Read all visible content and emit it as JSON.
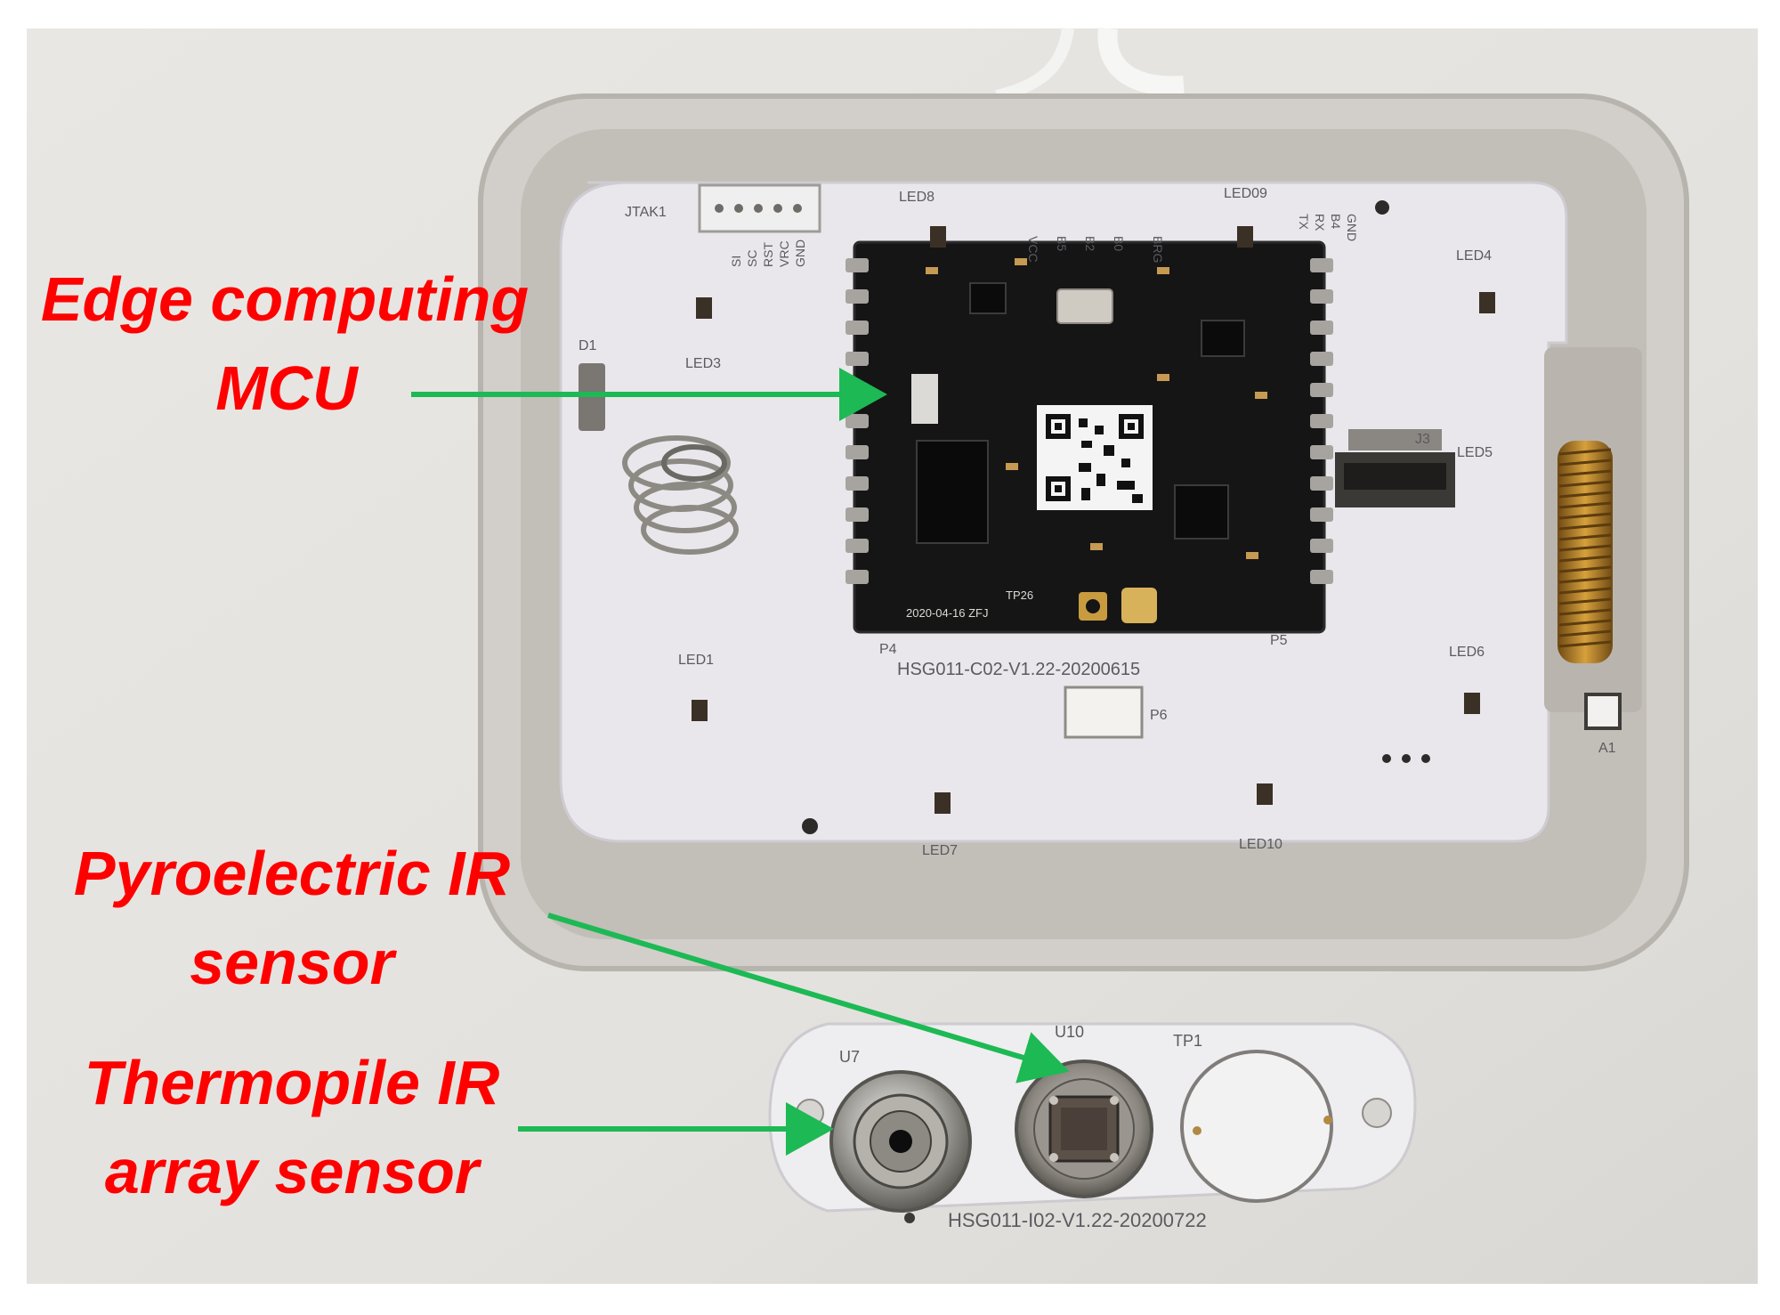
{
  "callouts": {
    "mcu_line1": "Edge computing",
    "mcu_line2": "MCU",
    "pir_line1": "Pyroelectric IR",
    "pir_line2": "sensor",
    "thermopile_line1": "Thermopile IR",
    "thermopile_line2": "array sensor"
  },
  "board_labels": {
    "jtag": "JTAK1",
    "jtag_pins": [
      "GND",
      "VRC",
      "RST",
      "SC",
      "SI"
    ],
    "header_pins": [
      "VCC",
      "B5",
      "B2",
      "B0",
      "BRG",
      "TX",
      "RX",
      "B4",
      "GND"
    ],
    "led1": "LED1",
    "led3": "LED3",
    "led4": "LED4",
    "led5": "LED5",
    "led6": "LED6",
    "led7": "LED7",
    "led8": "LED8",
    "led9": "LED09",
    "led10": "LED10",
    "d1": "D1",
    "j3": "J3",
    "p4": "P4",
    "p5": "P5",
    "p6": "P6",
    "a1": "A1",
    "tp26": "TP26",
    "module_date": "2020-04-16 ZFJ",
    "main_board_code": "HSG011-C02-V1.22-20200615",
    "sensor_board_code": "HSG011-I02-V1.22-20200722",
    "u7": "U7",
    "u10": "U10",
    "tp1": "TP1"
  },
  "colors": {
    "callout_text": "#ff0000",
    "arrow": "#1db954",
    "pcb_white": "#ece9ee",
    "enclosure": "#cfccc6",
    "module_black": "#151515"
  }
}
